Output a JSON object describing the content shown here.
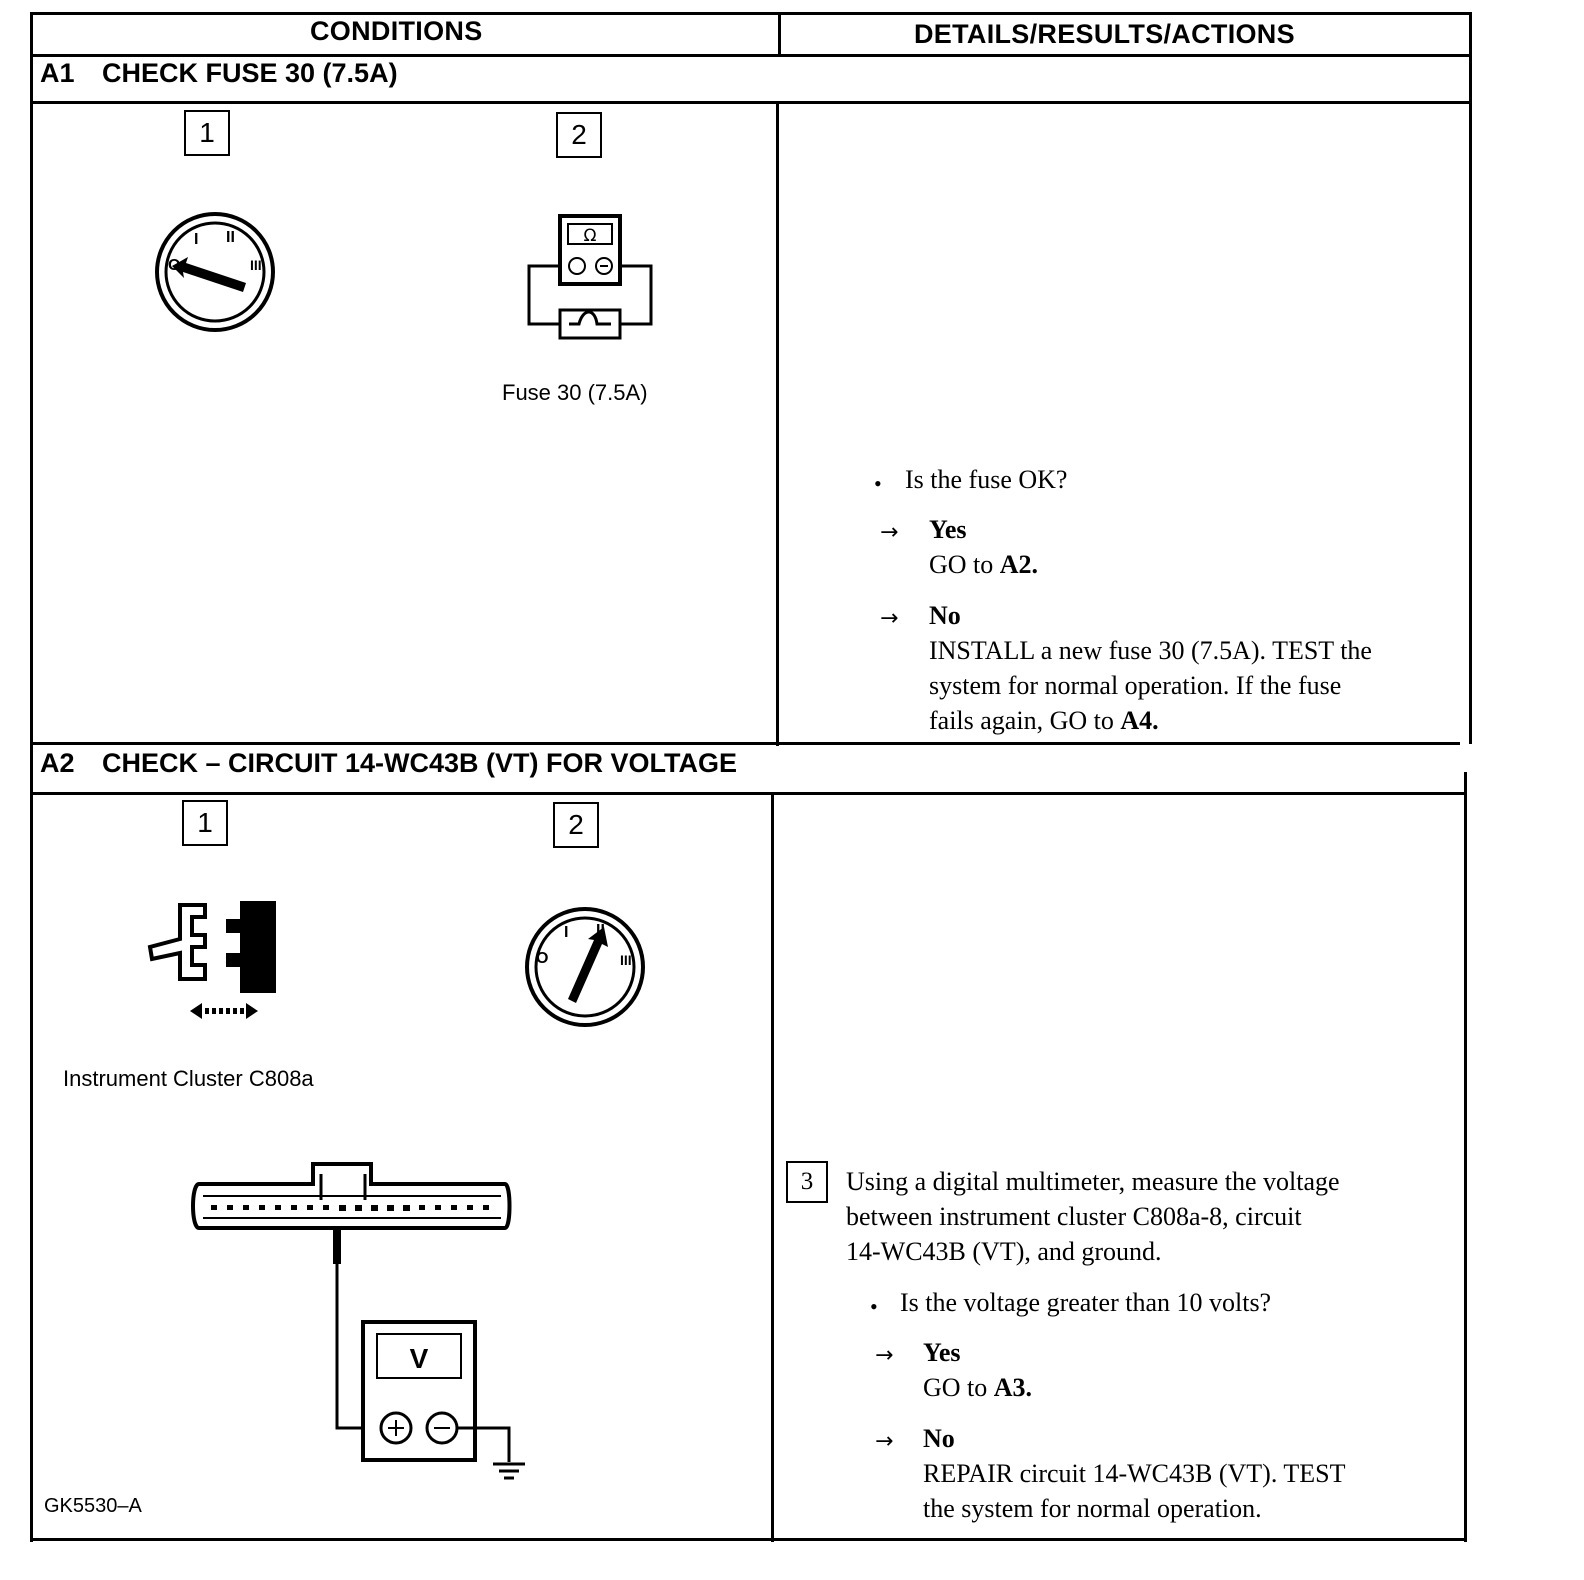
{
  "header": {
    "conditions": "CONDITIONS",
    "details": "DETAILS/RESULTS/ACTIONS"
  },
  "a1": {
    "id": "A1",
    "title": "CHECK FUSE 30 (7.5A)",
    "fig1_num": "1",
    "fig2_num": "2",
    "meter_symbol": "Ω",
    "fuse_caption": "Fuse 30 (7.5A)",
    "question": "Is the fuse OK?",
    "yes_label": "Yes",
    "yes_text": "GO to",
    "yes_ref": "A2.",
    "no_label": "No",
    "no_text_1": "INSTALL a new fuse 30 (7.5A). TEST the",
    "no_text_2": "system for normal operation. If the fuse",
    "no_text_3": "fails again, GO to",
    "no_ref": "A4."
  },
  "a2": {
    "id": "A2",
    "title": "CHECK – CIRCUIT 14-WC43B (VT) FOR VOLTAGE",
    "fig1_num": "1",
    "fig2_num": "2",
    "step3_num": "3",
    "connector_caption": "Instrument Cluster C808a",
    "meter_symbol": "V",
    "figure_id": "GK5530–A",
    "step3_line1": "Using a digital multimeter, measure the voltage",
    "step3_line2": "between instrument cluster C808a-8, circuit",
    "step3_line3": "14-WC43B (VT), and ground.",
    "question": "Is the voltage greater than 10 volts?",
    "yes_label": "Yes",
    "yes_text": "GO to",
    "yes_ref": "A3.",
    "no_label": "No",
    "no_text_1": "REPAIR circuit 14-WC43B (VT). TEST",
    "no_text_2": "the system for normal operation."
  },
  "ignition": {
    "pos_off": "O",
    "pos_1": "I",
    "pos_2": "II",
    "pos_3": "III"
  }
}
